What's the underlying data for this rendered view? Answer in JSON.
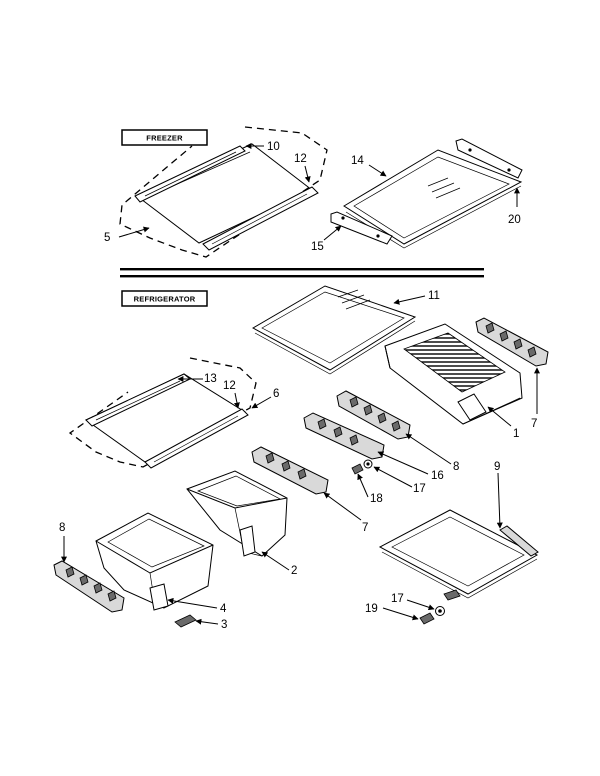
{
  "sections": {
    "freezer": "FREEZER",
    "refrigerator": "REFRIGERATOR"
  },
  "callouts": {
    "p10": "10",
    "p12a": "12",
    "p5": "5",
    "p14": "14",
    "p15": "15",
    "p20": "20",
    "p11": "11",
    "p7a": "7",
    "p1": "1",
    "p13": "13",
    "p12b": "12",
    "p6": "6",
    "p16": "16",
    "p8a": "8",
    "p17a": "17",
    "p18": "18",
    "p7b": "7",
    "p9": "9",
    "p8b": "8",
    "p2": "2",
    "p4": "4",
    "p3": "3",
    "p17b": "17",
    "p19": "19"
  }
}
